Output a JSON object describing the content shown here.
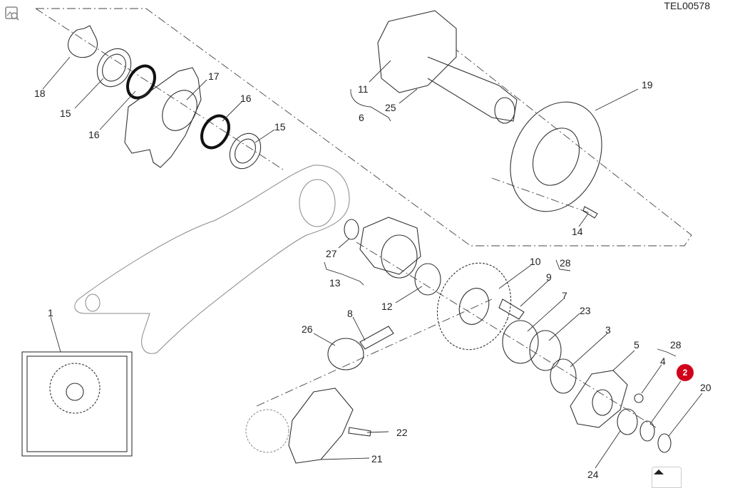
{
  "header": {
    "drawing_code": "TEL00578"
  },
  "highlight": {
    "label": "2",
    "color": "#d0021b"
  },
  "icons": {
    "image": "image-search-icon",
    "scroll_top": "caret-up-icon"
  },
  "callouts": {
    "c1": "1",
    "c3": "3",
    "c4": "4",
    "c5": "5",
    "c6": "6",
    "c7": "7",
    "c8": "8",
    "c9": "9",
    "c10": "10",
    "c11": "11",
    "c12": "12",
    "c13": "13",
    "c14": "14",
    "c15a": "15",
    "c15b": "15",
    "c16a": "16",
    "c16b": "16",
    "c17": "17",
    "c18": "18",
    "c19": "19",
    "c20": "20",
    "c21": "21",
    "c22": "22",
    "c23": "23",
    "c24": "24",
    "c25": "25",
    "c26": "26",
    "c27": "27",
    "c28a": "28",
    "c28b": "28"
  }
}
